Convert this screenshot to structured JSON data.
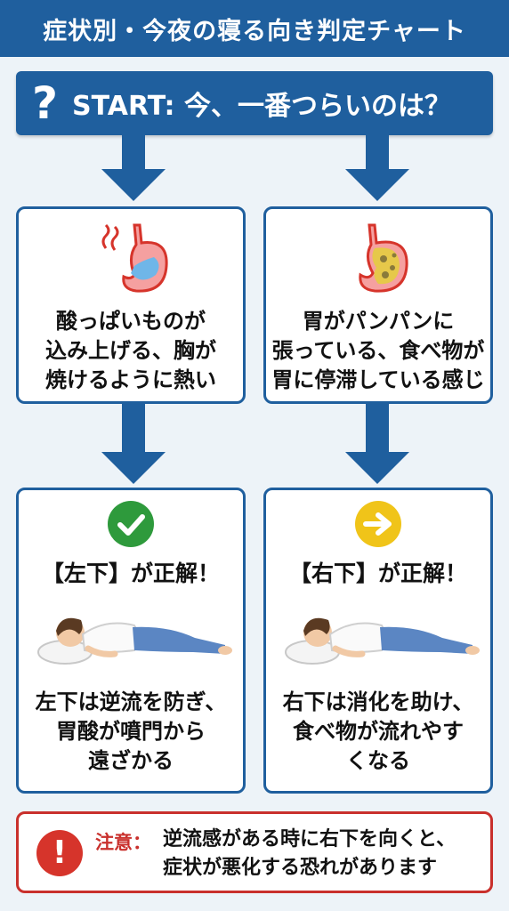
{
  "header": {
    "title": "症状別・今夜の寝る向き判定チャート"
  },
  "start": {
    "icon": "?",
    "text": "START: 今、一番つらいのは？"
  },
  "left_symptom": {
    "lines": [
      "酸っぱいものが",
      "込み上げる、胸が",
      "焼けるように熱い"
    ]
  },
  "right_symptom": {
    "lines": [
      "胃がパンパンに",
      "張っている、食べ物が",
      "胃に停滞している感じ"
    ]
  },
  "left_result": {
    "heading": "【左下】が正解！",
    "lines": [
      "左下は逆流を防ぎ、",
      "胃酸が噴門から",
      "遠ざかる"
    ]
  },
  "right_result": {
    "heading": "【右下】が正解！",
    "lines": [
      "右下は消化を助け、",
      "食べ物が流れやす",
      "くなる"
    ]
  },
  "notice": {
    "icon": "!",
    "label": "注意：",
    "lines": [
      "逆流感がある時に右下を向くと、",
      "症状が悪化する恐れがあります"
    ]
  },
  "colors": {
    "primary": "#1f5f9e",
    "check_green": "#2e9a3c",
    "arrow_yellow": "#f0c419",
    "warning_red": "#c9302c"
  }
}
